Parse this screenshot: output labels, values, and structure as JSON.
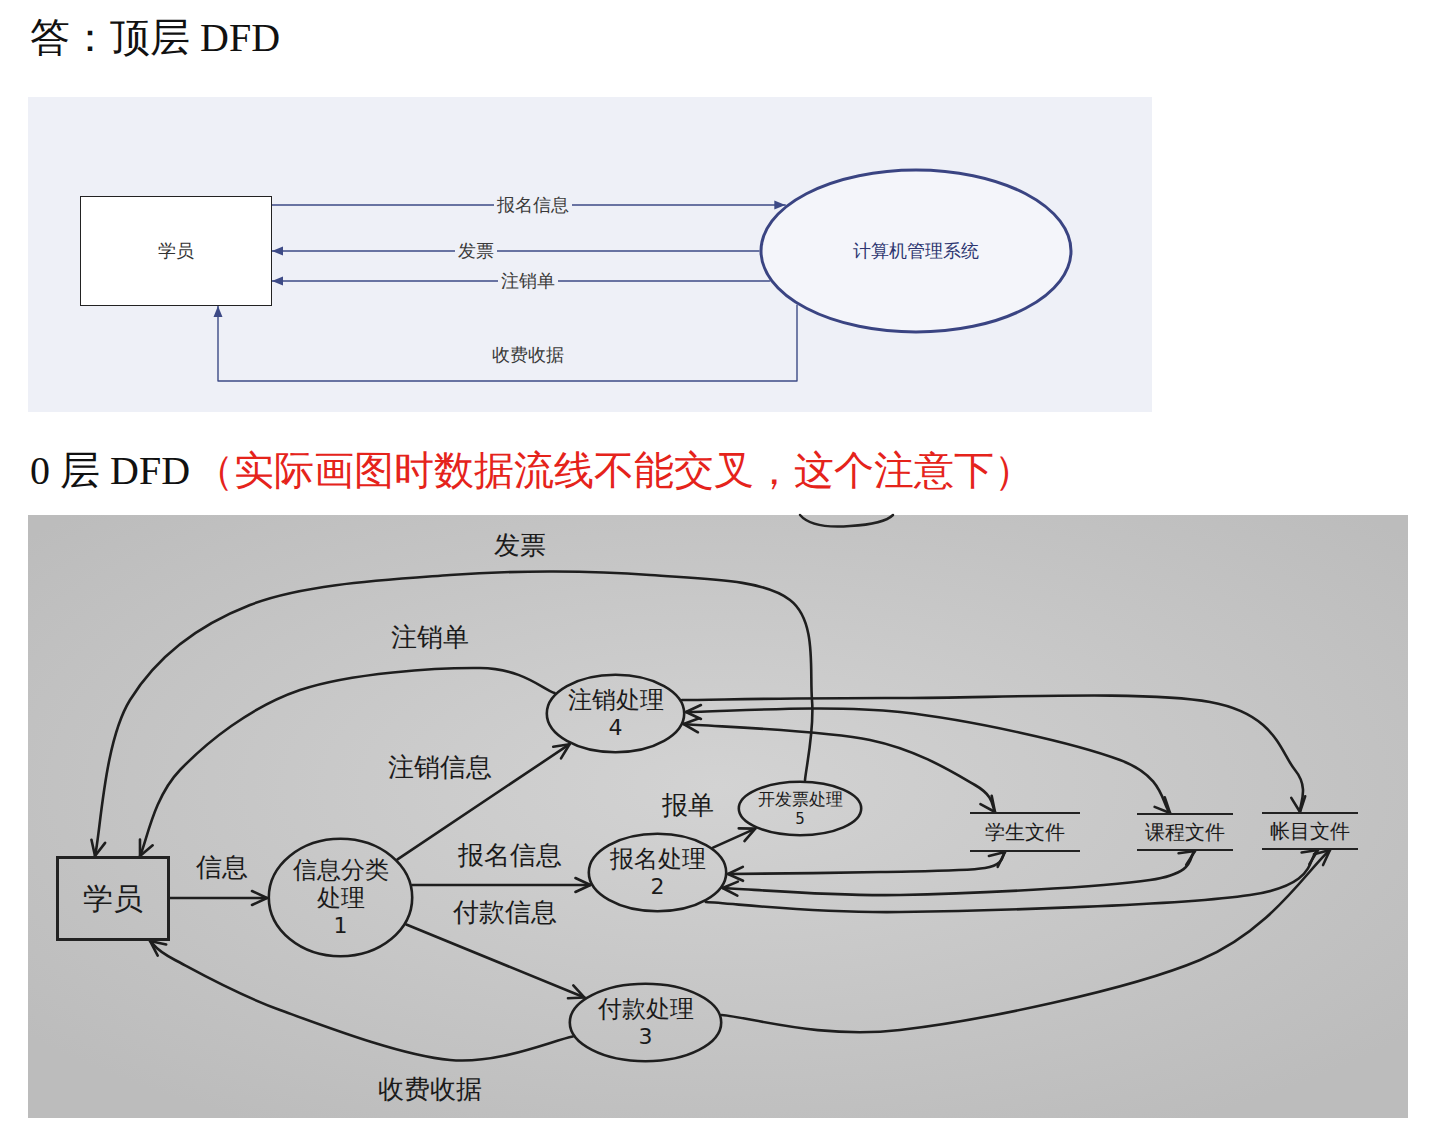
{
  "diagram": {
    "nodes": [
      {
        "text": [
          "学员"
        ]
      },
      {
        "text": [
          "计算机管理系统"
        ]
      },
      {
        "text": [
          "注销处理",
          "4"
        ]
      },
      {
        "text": [
          "开发票处理",
          "5"
        ]
      },
      {
        "text": [
          "学生文件"
        ]
      },
      {
        "text": [
          "课程文件"
        ]
      },
      {
        "text": [
          "帐目文件"
        ]
      },
      {
        "text": [
          "学员"
        ]
      },
      {
        "text": [
          "信息分类处理",
          "1"
        ]
      },
      {
        "text": [
          "报名处理",
          "2"
        ]
      },
      {
        "text": [
          "付款处理",
          "3"
        ]
      }
    ],
    "edges": [
      {
        "from": 0,
        "to": 1,
        "label": "报名信息",
        "arrow": "to"
      },
      {
        "from": 1,
        "to": 0,
        "label": "发票",
        "arrow": "to"
      },
      {
        "from": 1,
        "to": 0,
        "label": "注销单",
        "arrow": "to"
      },
      {
        "from": 1,
        "to": 0,
        "label": "收费收据",
        "arrow": "to"
      },
      {
        "from": 7,
        "to": 8,
        "label": "信息",
        "arrow": "to"
      },
      {
        "from": 8,
        "to": 2,
        "label": "注销信息",
        "arrow": "to"
      },
      {
        "from": 8,
        "to": 9,
        "label": "报名信息",
        "arrow": "to"
      },
      {
        "from": 8,
        "to": 10,
        "label": "付款信息",
        "arrow": "to"
      },
      {
        "from": 9,
        "to": 3,
        "label": "报单",
        "arrow": "to"
      },
      {
        "from": 3,
        "to": 7,
        "label": "发票",
        "arrow": "to"
      },
      {
        "from": 2,
        "to": 7,
        "label": "注销单",
        "arrow": "to"
      },
      {
        "from": 10,
        "to": 7,
        "label": "收费收据",
        "arrow": "to"
      },
      {
        "from": 2,
        "to": 4,
        "arrow": "both"
      },
      {
        "from": 2,
        "to": 5,
        "arrow": "both"
      },
      {
        "from": 2,
        "to": 6,
        "arrow": "to"
      },
      {
        "from": 9,
        "to": 4,
        "arrow": "both"
      },
      {
        "from": 9,
        "to": 5,
        "arrow": "both"
      },
      {
        "from": 9,
        "to": 6,
        "arrow": "to"
      },
      {
        "from": 10,
        "to": 6,
        "arrow": "to"
      }
    ],
    "labels": [
      "答：顶层 DFD",
      "0 层 DFD",
      "（实际画图时数据流线不能交叉，这个注意下）"
    ]
  }
}
